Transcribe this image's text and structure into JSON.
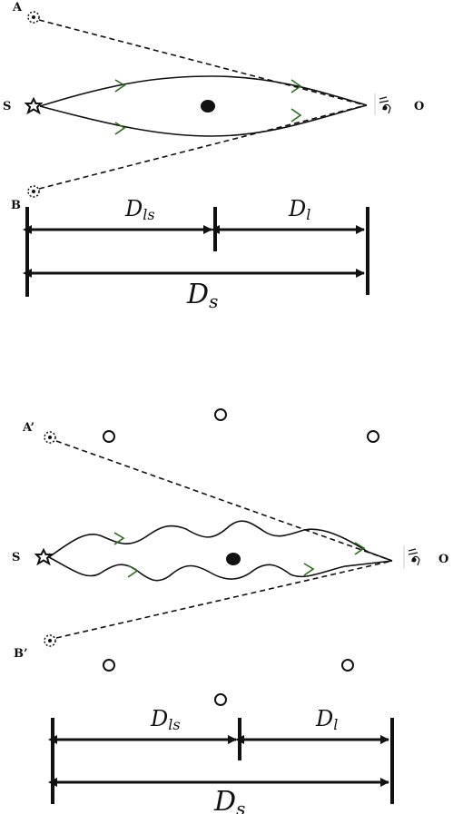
{
  "top_panel": {
    "labels": {
      "image_a": "A",
      "source": "S",
      "image_b": "B",
      "observer": "O"
    },
    "distances": {
      "lens_source": "D",
      "lens_source_sub": "ls",
      "lens": "D",
      "lens_sub": "l",
      "source": "D",
      "source_sub": "s"
    }
  },
  "bottom_panel": {
    "labels": {
      "image_a": "A’",
      "source": "S",
      "image_b": "B’",
      "observer": "O"
    },
    "distances": {
      "lens_source": "D",
      "lens_source_sub": "ls",
      "lens": "D",
      "lens_sub": "l",
      "source": "D",
      "source_sub": "s"
    }
  },
  "colors": {
    "ray_arrow": "#2e6b1f",
    "line": "#111111"
  },
  "icons": {
    "source": "star-icon",
    "image": "dashed-star-icon",
    "observer": "eye-icon",
    "lens": "black-dot",
    "perturber": "ring-icon"
  }
}
